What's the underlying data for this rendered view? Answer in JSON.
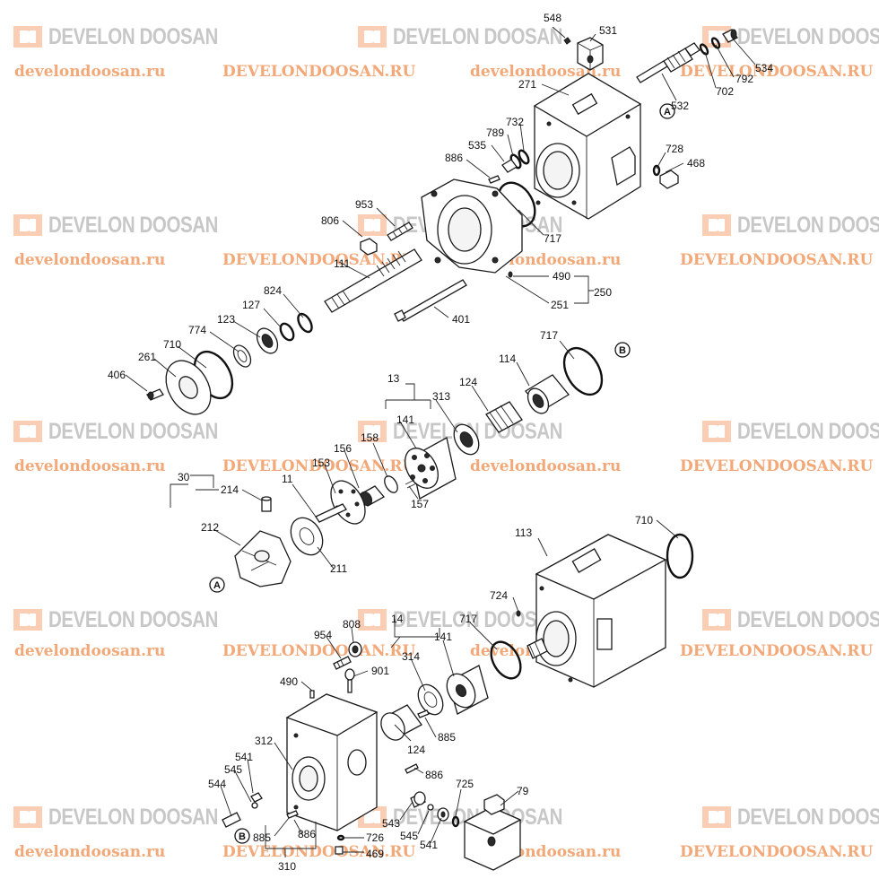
{
  "watermark": {
    "brand": "DEVELON DOOSAN",
    "url_lower": "develondoosan.ru",
    "url_upper": "DEVELONDOOSAN.RU"
  },
  "markers": {
    "a": "A",
    "b": "B"
  },
  "labels": {
    "l548": "548",
    "l531": "531",
    "l534": "534",
    "l792": "792",
    "l702": "702",
    "l532": "532",
    "l271": "271",
    "l732": "732",
    "l789": "789",
    "l535": "535",
    "l728": "728",
    "l468": "468",
    "l886a": "886",
    "l953": "953",
    "l806": "806",
    "l717a": "717",
    "l111": "111",
    "l490a": "490",
    "l250": "250",
    "l251": "251",
    "l824": "824",
    "l127": "127",
    "l123": "123",
    "l401": "401",
    "l774": "774",
    "l710a": "710",
    "l261": "261",
    "l406": "406",
    "l717b": "717",
    "l114": "114",
    "l13": "13",
    "l124a": "124",
    "l313": "313",
    "l141a": "141",
    "l158": "158",
    "l156": "156",
    "l153": "153",
    "l157": "157",
    "l30": "30",
    "l11": "11",
    "l214": "214",
    "l212": "212",
    "l211": "211",
    "l113": "113",
    "l710b": "710",
    "l724": "724",
    "l808": "808",
    "l14": "14",
    "l954": "954",
    "l141b": "141",
    "l717c": "717",
    "l314": "314",
    "l901": "901",
    "l490b": "490",
    "l124b": "124",
    "l885a": "885",
    "l312": "312",
    "l886b": "886",
    "l541a": "541",
    "l545a": "545",
    "l544": "544",
    "l725": "725",
    "l79": "79",
    "l543": "543",
    "l545b": "545",
    "l541b": "541",
    "l885b": "885",
    "l886c": "886",
    "l726": "726",
    "l469": "469",
    "l310": "310"
  }
}
